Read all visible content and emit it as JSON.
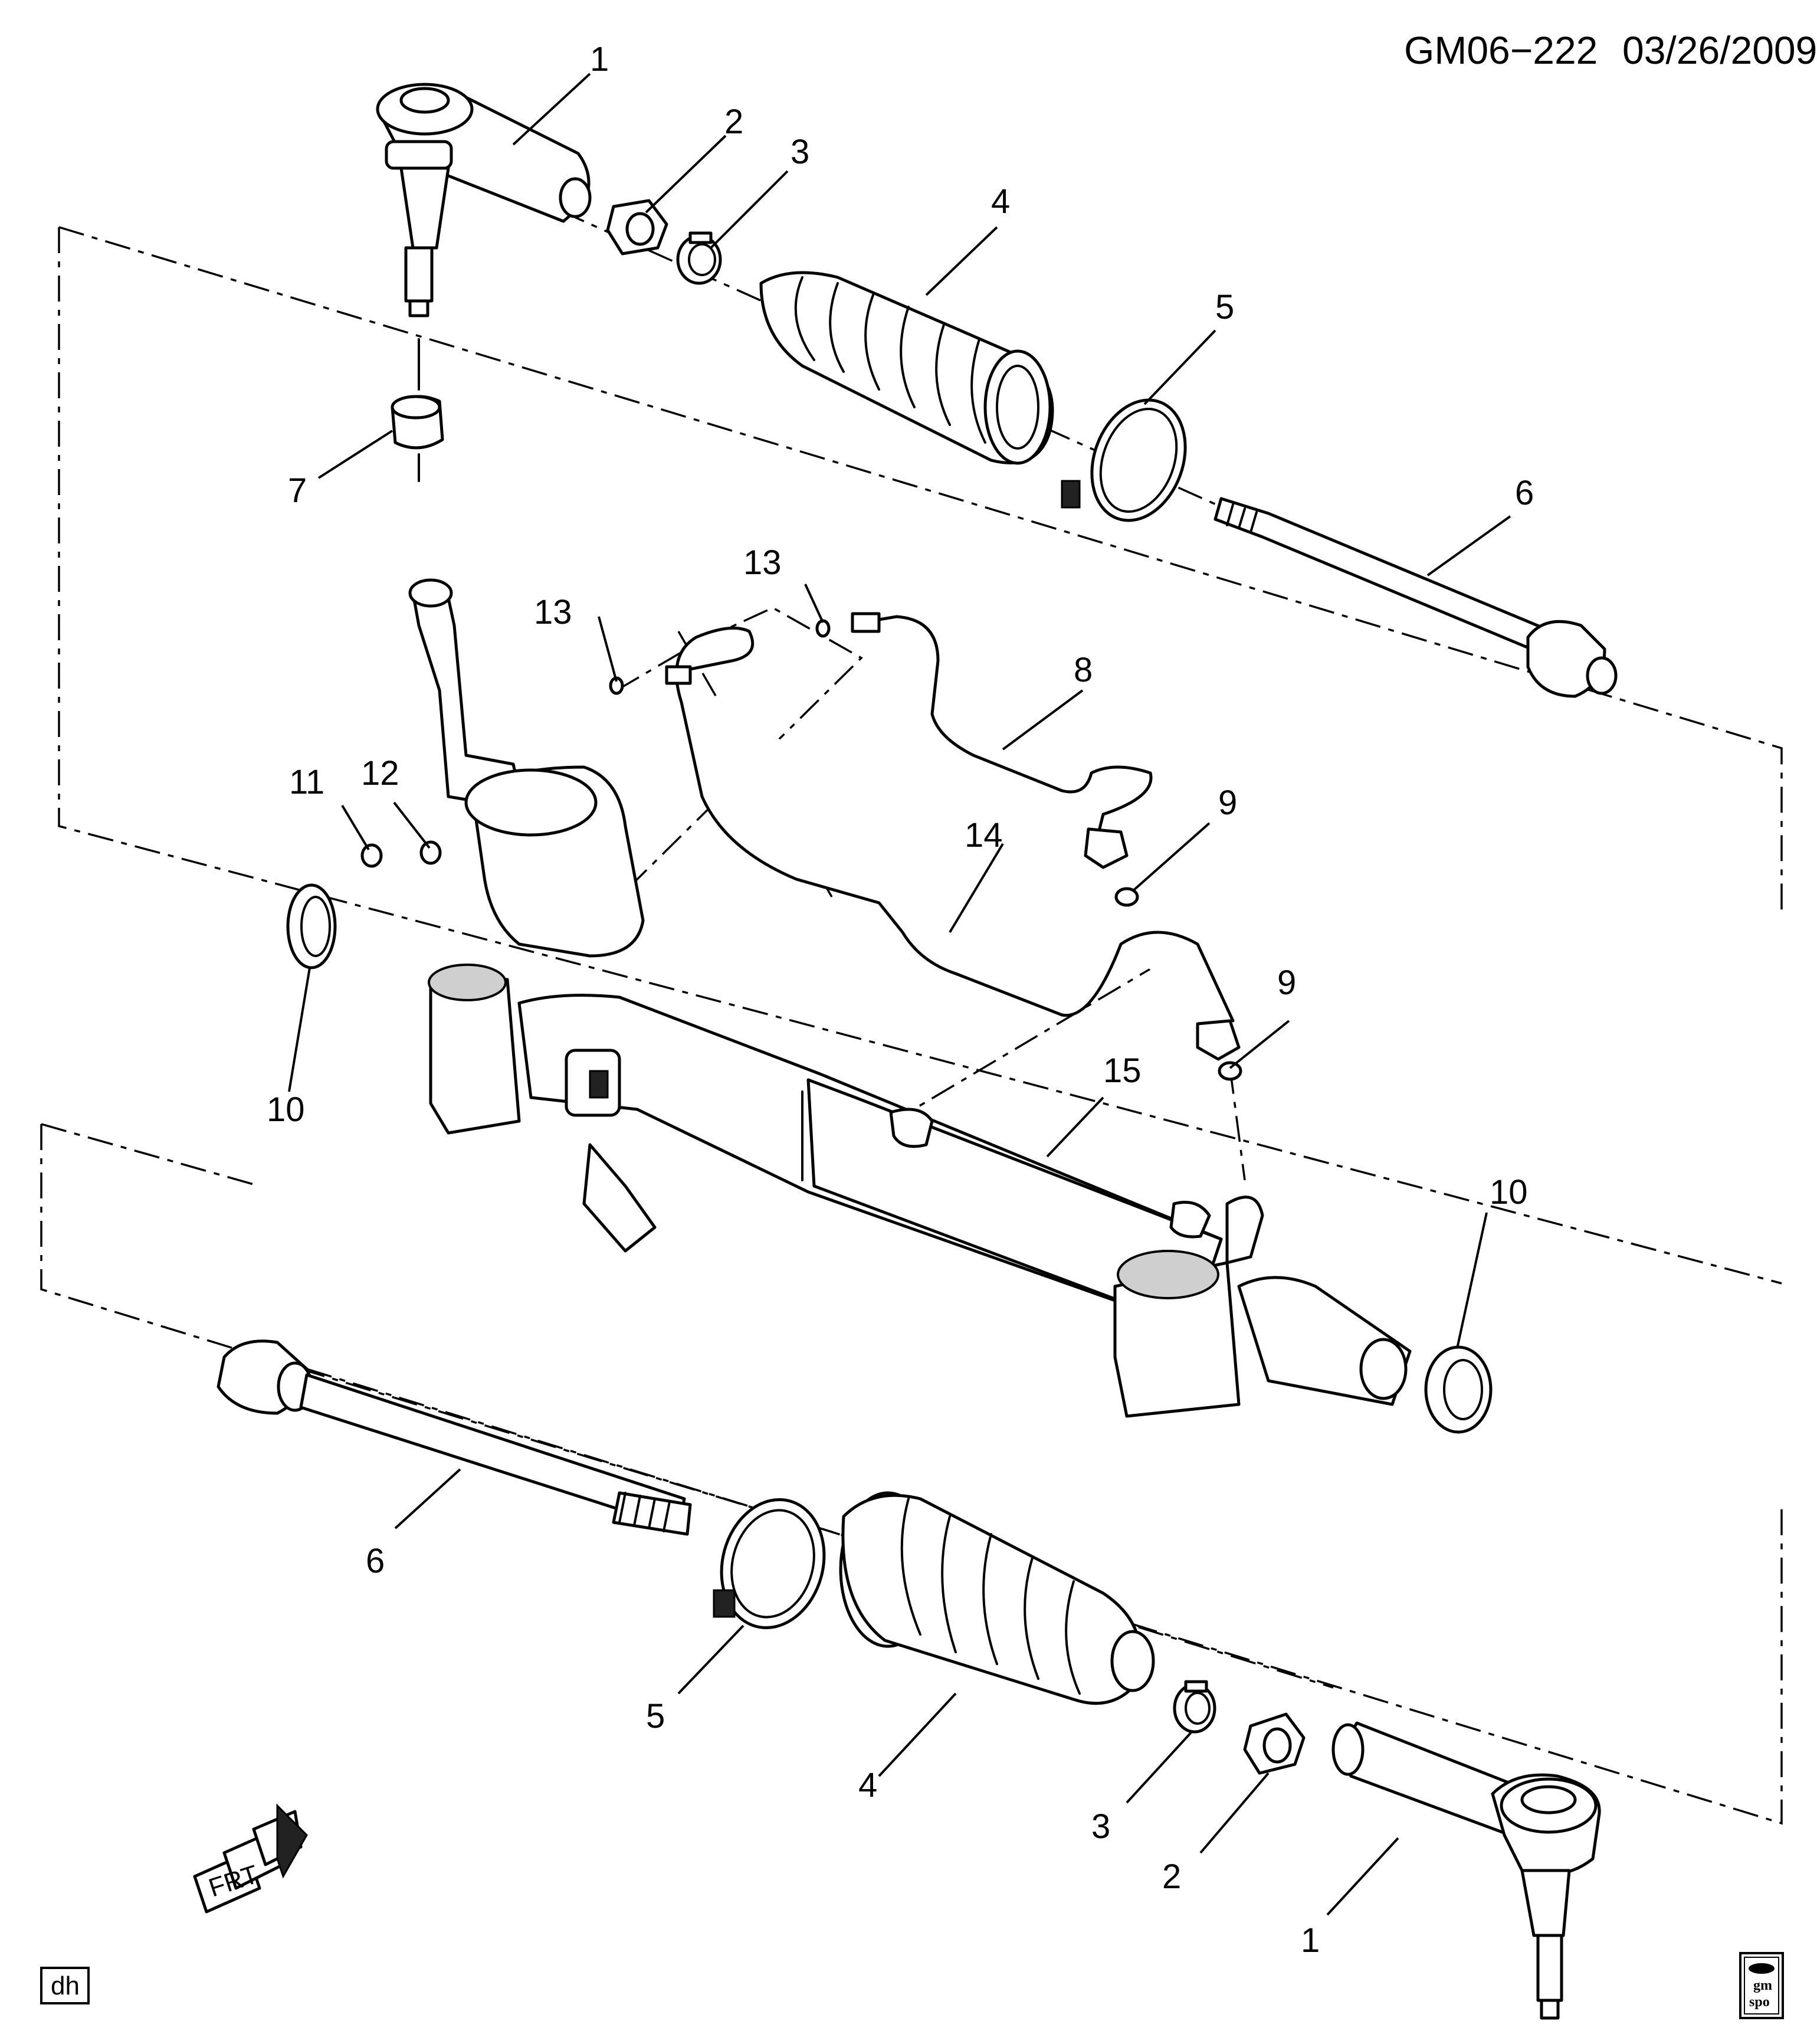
{
  "header": {
    "drawing_id": "GM06−222",
    "date": "03/26/2009"
  },
  "corner_mark": "dh",
  "badge": {
    "line1": "gm",
    "line2": "spo"
  },
  "direction_indicator": "FRT",
  "callouts": {
    "c1a": "1",
    "c2a": "2",
    "c3a": "3",
    "c4a": "4",
    "c5a": "5",
    "c6a": "6",
    "c7": "7",
    "c8": "8",
    "c9a": "9",
    "c9b": "9",
    "c10a": "10",
    "c10b": "10",
    "c11": "11",
    "c12": "12",
    "c13a": "13",
    "c13b": "13",
    "c14": "14",
    "c15": "15",
    "c6b": "6",
    "c5b": "5",
    "c4b": "4",
    "c3b": "3",
    "c2b": "2",
    "c1b": "1"
  }
}
